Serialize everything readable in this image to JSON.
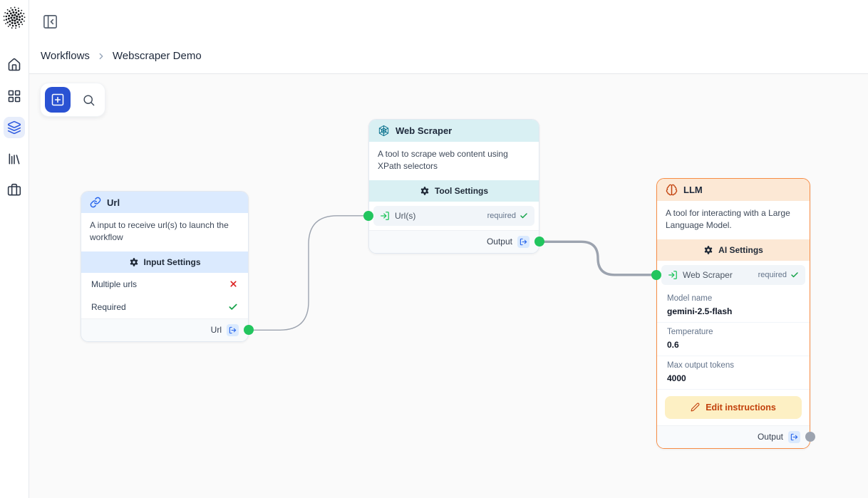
{
  "header": {
    "breadcrumb": [
      "Workflows",
      "Webscraper Demo"
    ]
  },
  "sidebar": {
    "logo_icon": "dots-logo",
    "items": [
      {
        "icon": "home-icon",
        "active": false
      },
      {
        "icon": "grid-icon",
        "active": false
      },
      {
        "icon": "layers-icon",
        "active": true
      },
      {
        "icon": "library-icon",
        "active": false
      },
      {
        "icon": "briefcase-icon",
        "active": false
      }
    ],
    "collapse_icon": "panel-left-close-icon"
  },
  "toolbar": {
    "add_icon": "plus-square-icon",
    "search_icon": "search-icon"
  },
  "nodes": {
    "url": {
      "title": "Url",
      "icon": "link-icon",
      "description": "A input to receive url(s) to launch the workflow",
      "section": "Input Settings",
      "rows": [
        {
          "label": "Multiple urls",
          "state": "false",
          "icon": "x-icon"
        },
        {
          "label": "Required",
          "state": "true",
          "icon": "check-icon"
        }
      ],
      "output_label": "Url"
    },
    "scraper": {
      "title": "Web Scraper",
      "icon": "web-icon",
      "description": "A tool to scrape web content using XPath selectors",
      "section": "Tool Settings",
      "input": {
        "label": "Url(s)",
        "badge": "required",
        "icon": "log-in-icon"
      },
      "output_label": "Output"
    },
    "llm": {
      "title": "LLM",
      "icon": "brain-icon",
      "description": "A tool for interacting with a Large Language Model.",
      "section": "AI Settings",
      "input": {
        "label": "Web Scraper",
        "badge": "required",
        "icon": "log-in-icon"
      },
      "fields": [
        {
          "label": "Model name",
          "value": "gemini-2.5-flash"
        },
        {
          "label": "Temperature",
          "value": "0.6"
        },
        {
          "label": "Max output tokens",
          "value": "4000"
        }
      ],
      "edit_button": "Edit instructions",
      "output_label": "Output"
    }
  },
  "edges": [
    {
      "from": "url-output",
      "to": "webscraper-input",
      "style": "thin"
    },
    {
      "from": "webscraper-output",
      "to": "llm-input",
      "style": "thick"
    }
  ],
  "colors": {
    "accent_blue": "#2a52d3",
    "url_header": "#dbeafe",
    "scraper_header": "#d9f0f3",
    "llm_header": "#fce8d5",
    "llm_border": "#f78c44",
    "handle_green": "#22c55e",
    "handle_gray": "#9ca3af",
    "edge_gray": "#9ca3af",
    "edit_button_bg": "#fdf0c4",
    "edit_button_text": "#c2410c",
    "check_green": "#16a34a",
    "x_red": "#dc2626"
  }
}
